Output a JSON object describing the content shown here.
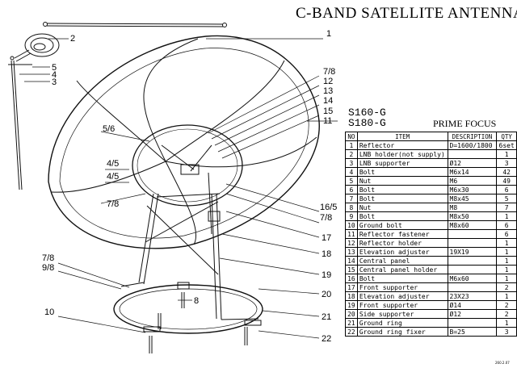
{
  "title": "C-BAND SATELLITE ANTENNA",
  "models": [
    "S160-G",
    "S180-G"
  ],
  "subtitle": "PRIME FOCUS",
  "drawing_number": "260.2.07",
  "table": {
    "headers": {
      "no": "NO",
      "item": "ITEM",
      "description": "DESCRIPTION",
      "qty": "QTY"
    },
    "rows": [
      {
        "no": "1",
        "item": "Reflector",
        "description": "D=1600/1800",
        "qty": "6set"
      },
      {
        "no": "2",
        "item": "LNB holder(not supply)",
        "description": "",
        "qty": "1"
      },
      {
        "no": "3",
        "item": "LNB supporter",
        "description": "Ø12",
        "qty": "3"
      },
      {
        "no": "4",
        "item": "Bolt",
        "description": "M6x14",
        "qty": "42"
      },
      {
        "no": "5",
        "item": "Nut",
        "description": "M6",
        "qty": "49"
      },
      {
        "no": "6",
        "item": "Bolt",
        "description": "M6x30",
        "qty": "6"
      },
      {
        "no": "7",
        "item": "Bolt",
        "description": "M8x45",
        "qty": "5"
      },
      {
        "no": "8",
        "item": "Nut",
        "description": "M8",
        "qty": "7"
      },
      {
        "no": "9",
        "item": "Bolt",
        "description": "M8x50",
        "qty": "1"
      },
      {
        "no": "10",
        "item": "Ground bolt",
        "description": "M8x60",
        "qty": "6"
      },
      {
        "no": "11",
        "item": "Reflector fastener",
        "description": "",
        "qty": "6"
      },
      {
        "no": "12",
        "item": "Reflector holder",
        "description": "",
        "qty": "1"
      },
      {
        "no": "13",
        "item": "Elevation adjuster",
        "description": "19X19",
        "qty": "1"
      },
      {
        "no": "14",
        "item": "Central panel",
        "description": "",
        "qty": "1"
      },
      {
        "no": "15",
        "item": "Central panel holder",
        "description": "",
        "qty": "1"
      },
      {
        "no": "16",
        "item": "Bolt",
        "description": "M6x60",
        "qty": "1"
      },
      {
        "no": "17",
        "item": "Front supporter",
        "description": "",
        "qty": "2"
      },
      {
        "no": "18",
        "item": "Elevation adjuster",
        "description": "23X23",
        "qty": "1"
      },
      {
        "no": "19",
        "item": "Front supporter",
        "description": "Ø14",
        "qty": "2"
      },
      {
        "no": "20",
        "item": "Side supporter",
        "description": "Ø12",
        "qty": "2"
      },
      {
        "no": "21",
        "item": "Ground ring",
        "description": "",
        "qty": "1"
      },
      {
        "no": "22",
        "item": "Ground ring fixer",
        "description": "B=25",
        "qty": "3"
      }
    ]
  },
  "callouts": {
    "c1": "1",
    "c2": "2",
    "c5": "5",
    "c4": "4",
    "c3": "3",
    "c78a": "7/8",
    "c12": "12",
    "c13": "13",
    "c14": "14",
    "c15": "15",
    "c11": "11",
    "c56": "5/6",
    "c45a": "4/5",
    "c45b": "4/5",
    "c78b": "7/8",
    "c165": "16/5",
    "c78c": "7/8",
    "c17": "17",
    "c18": "18",
    "c19": "19",
    "c78d": "7/8",
    "c98": "9/8",
    "c20": "20",
    "c8": "8",
    "c21": "21",
    "c10": "10",
    "c22": "22"
  }
}
